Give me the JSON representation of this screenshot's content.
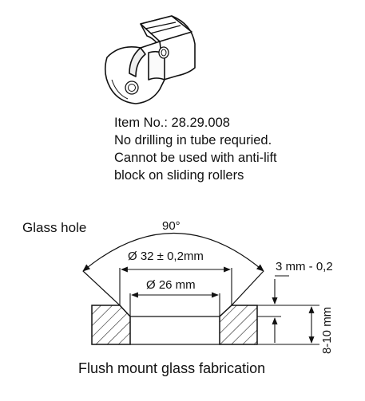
{
  "product": {
    "item_no": "Item No.: 28.29.008",
    "note_1": "No drilling in tube requried.",
    "note_2": "Cannot be used with anti-lift",
    "note_3": "block on sliding rollers"
  },
  "section": {
    "title": "Glass hole",
    "angle_label": "90°",
    "outer_diameter": "Ø 32 ± 0,2mm",
    "inner_diameter": "Ø 26 mm",
    "countersink_depth": "3 mm - 0,2",
    "glass_thickness": "8-10 mm",
    "caption": "Flush mount glass fabrication"
  }
}
